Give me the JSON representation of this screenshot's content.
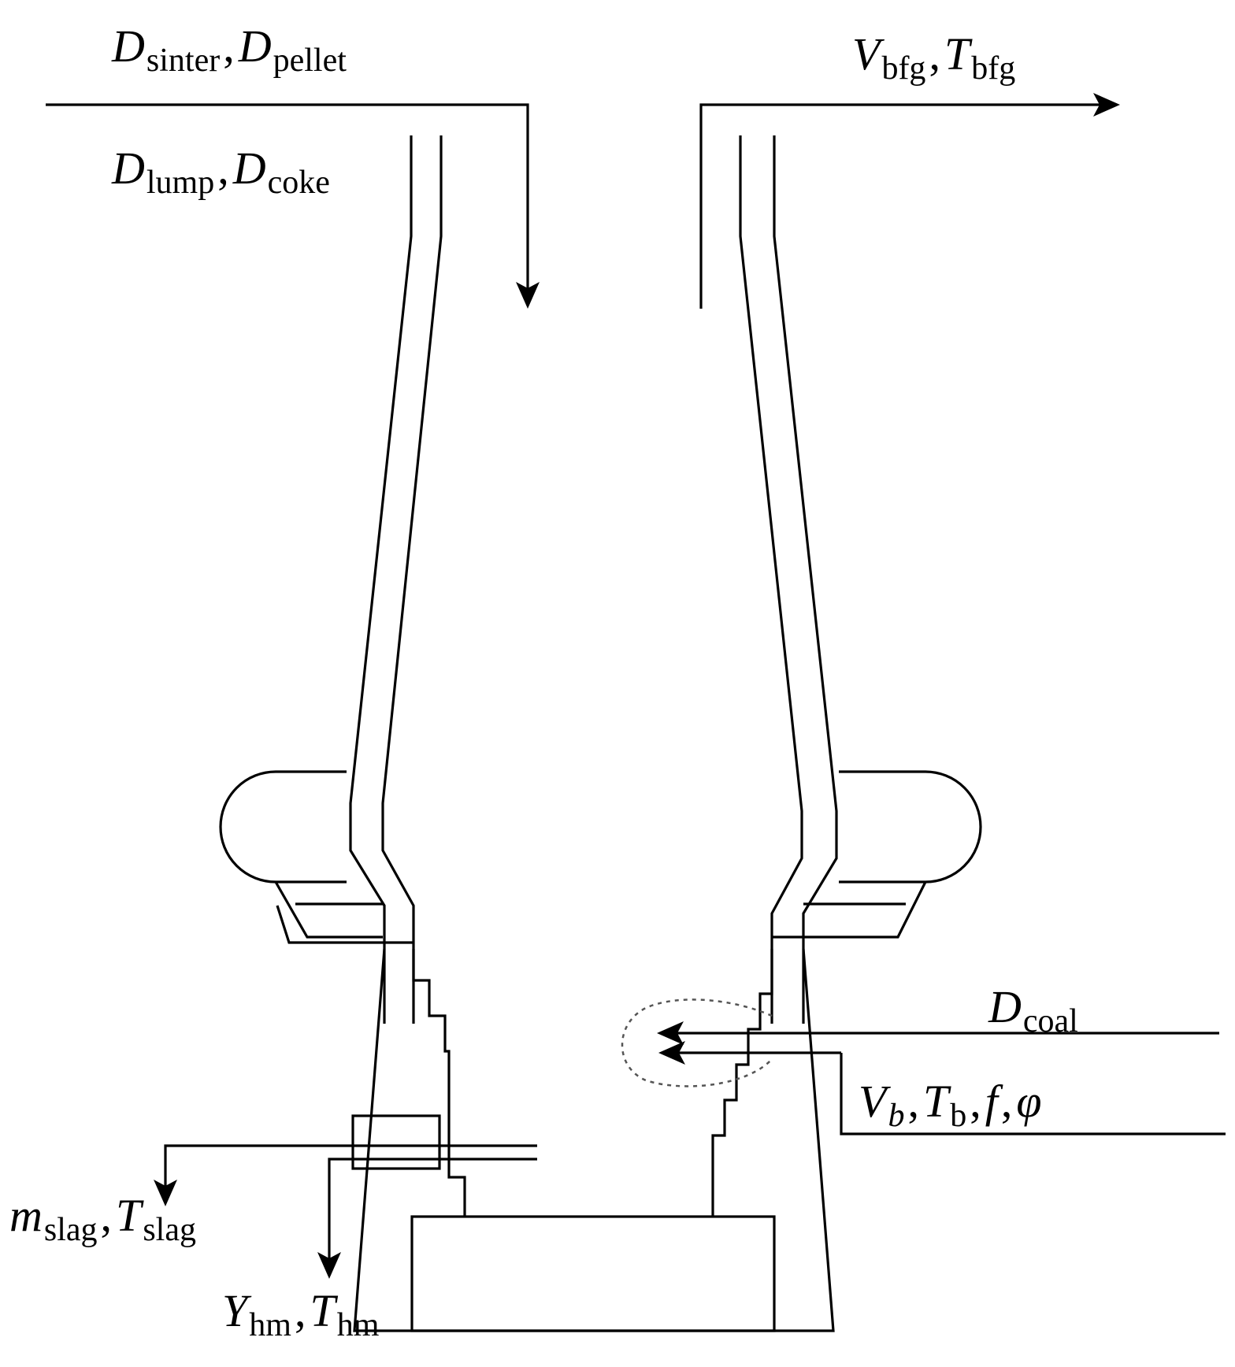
{
  "colors": {
    "line": "#000000",
    "dashed_outline": "#555555",
    "bottom_line": "#888888",
    "background": "#ffffff"
  },
  "labels": {
    "sinter_pellet": {
      "a_var": "D",
      "a_sub": "sinter",
      "b_var": "D",
      "b_sub": "pellet"
    },
    "lump_coke": {
      "a_var": "D",
      "a_sub": "lump",
      "b_var": "D",
      "b_sub": "coke"
    },
    "bfg": {
      "a_var": "V",
      "a_sub": "bfg",
      "b_var": "T",
      "b_sub": "bfg"
    },
    "coal": {
      "a_var": "D",
      "a_sub": "coal"
    },
    "blast": {
      "a_var": "V",
      "a_sub": "b",
      "b_var": "T",
      "b_sub": "b",
      "c_var": "f",
      "d_var": "φ"
    },
    "slag": {
      "a_var": "m",
      "a_sub": "slag",
      "b_var": "T",
      "b_sub": "slag"
    },
    "hot_metal": {
      "a_var": "Y",
      "a_sub": "hm",
      "b_var": "T",
      "b_sub": "hm"
    },
    "separator": ","
  }
}
